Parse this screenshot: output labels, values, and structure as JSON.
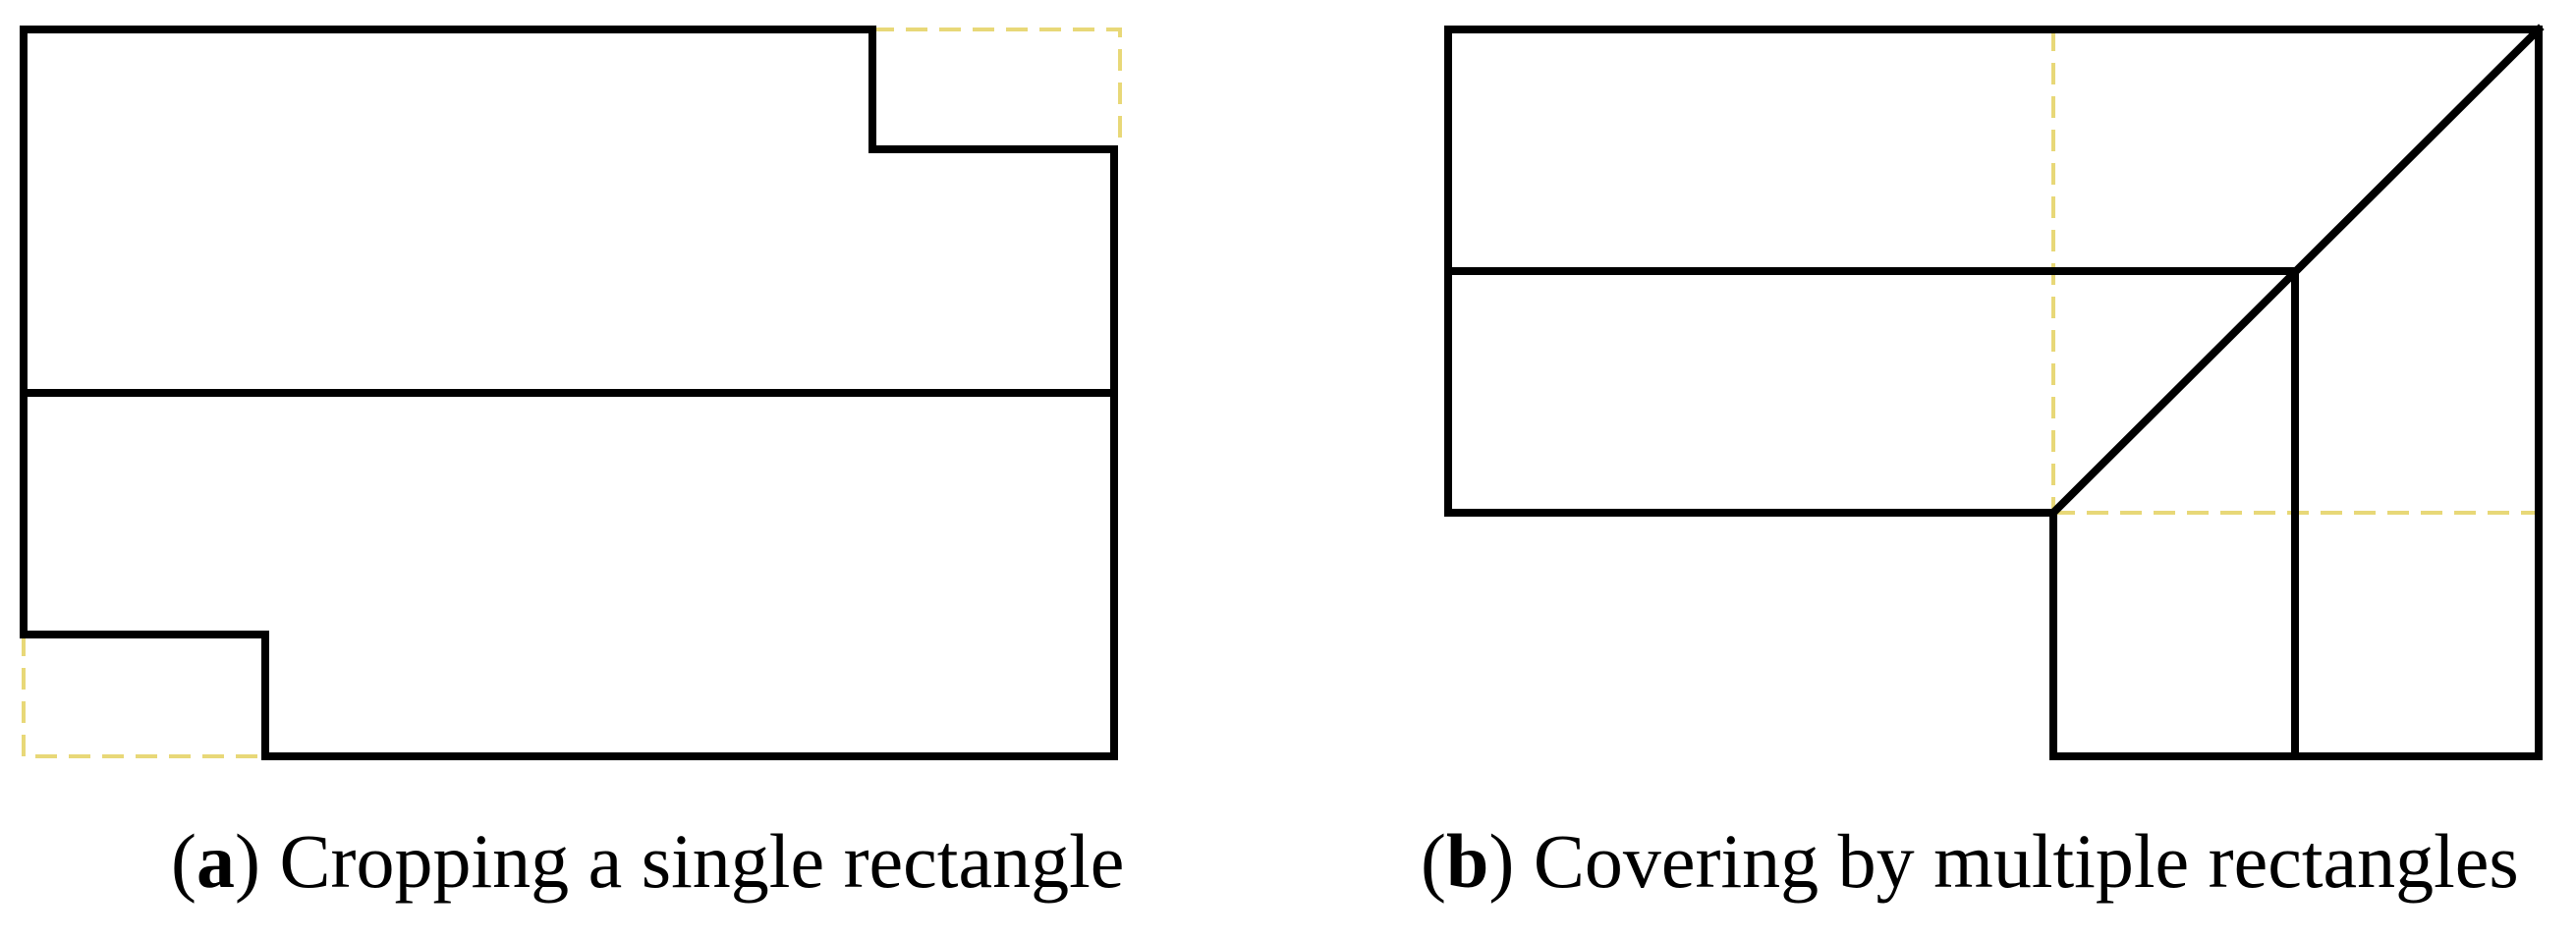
{
  "panels": [
    {
      "id": "a",
      "tag": "a",
      "caption": "Cropping a single rectangle"
    },
    {
      "id": "b",
      "tag": "b",
      "caption": "Covering by multiple rectangles"
    }
  ],
  "colors": {
    "outline": "#000000",
    "guide": "#e8d878",
    "background": "#ffffff"
  }
}
